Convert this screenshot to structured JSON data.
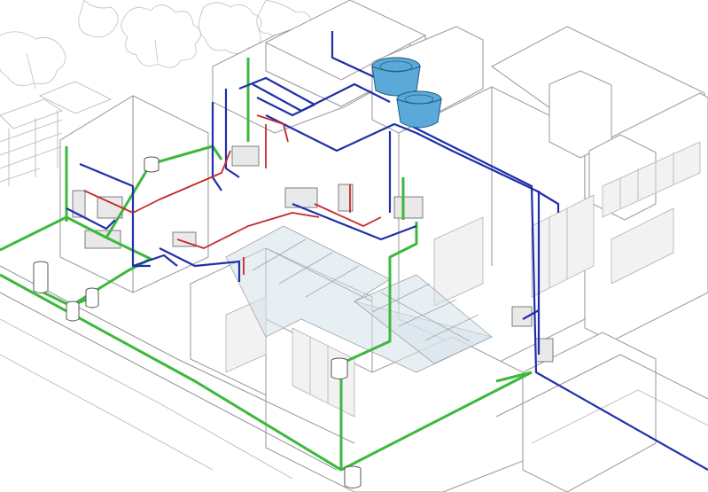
{
  "colors": {
    "background": "#ffffff",
    "building_lines": "#9a9a9a",
    "sewer_pipe": "#3cb83c",
    "cold_water_pipe": "#1f2fa8",
    "hot_water_pipe": "#c62828",
    "water_tank": "#5aa9d8",
    "glass_roof": "#d6e2ea"
  },
  "elements": {
    "water_tanks": 2,
    "inspection_boxes": 6,
    "pipe_systems": [
      "sewer-drainage",
      "cold-water",
      "hot-water"
    ]
  }
}
